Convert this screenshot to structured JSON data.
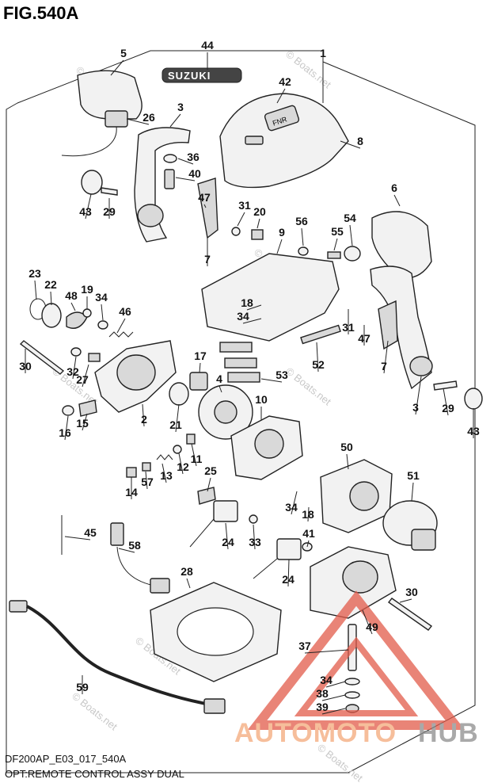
{
  "figure": {
    "title": "FIG.540A",
    "code": "DF200AP_E03_017_540A",
    "caption": "OPT:REMOTE CONTROL ASSY DUAL"
  },
  "callouts": [
    "44",
    "1",
    "5",
    "42",
    "3",
    "26",
    "8",
    "36",
    "40",
    "6",
    "47",
    "31",
    "20",
    "43",
    "29",
    "56",
    "54",
    "9",
    "55",
    "7",
    "23",
    "22",
    "48",
    "19",
    "34",
    "46",
    "18",
    "34",
    "31",
    "47",
    "30",
    "32",
    "27",
    "17",
    "53",
    "52",
    "7",
    "4",
    "10",
    "2",
    "16",
    "15",
    "21",
    "3",
    "29",
    "43",
    "11",
    "12",
    "13",
    "57",
    "14",
    "25",
    "50",
    "51",
    "34",
    "18",
    "24",
    "33",
    "45",
    "41",
    "58",
    "24",
    "30",
    "28",
    "49",
    "37",
    "34",
    "38",
    "39",
    "59"
  ],
  "labels_extra": {
    "badge_text": "SUZUKI",
    "shift_text": "FNR"
  },
  "watermarks": [
    "© Boats.net",
    "© Boats.net",
    "© Boats.net",
    "© Boats.net",
    "© Boats.net",
    "© Boats.net",
    "© Boats.net",
    "© Boats.net"
  ],
  "brand": {
    "part1": "AUTOMOTO",
    "part2": "HUB",
    "color1": "#f4a97a",
    "color2": "#8d8d8d",
    "triangle_color": "#e25b4a"
  }
}
